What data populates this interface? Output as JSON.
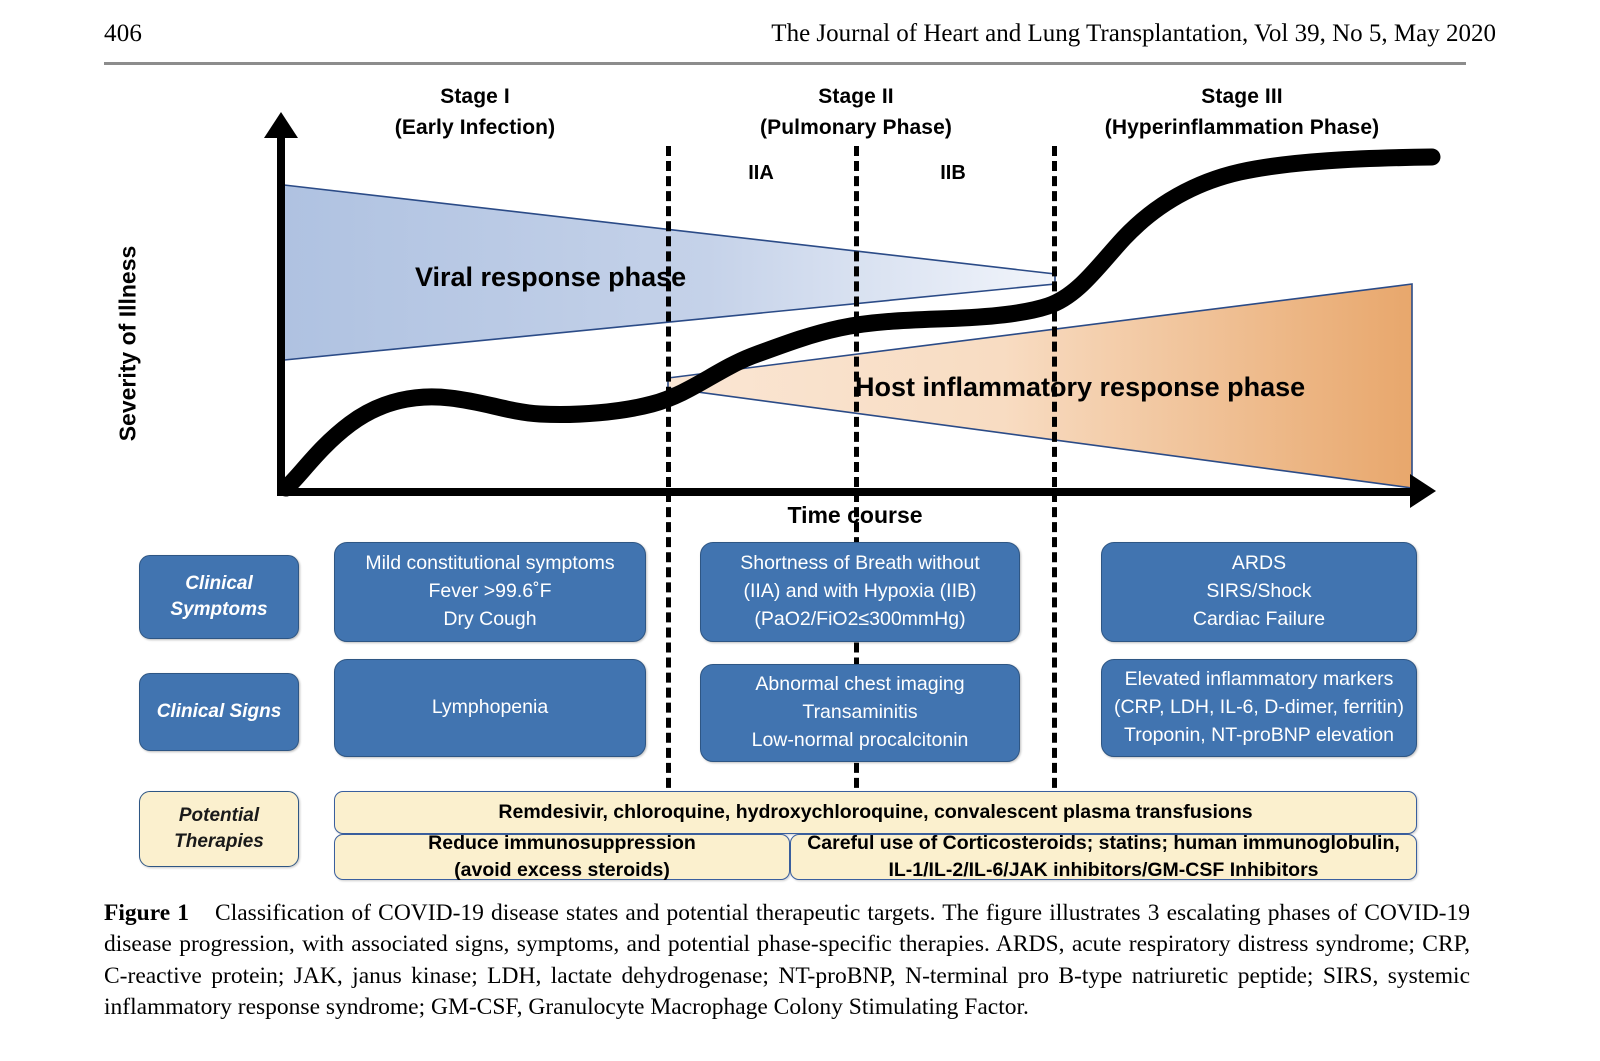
{
  "header": {
    "page_number": "406",
    "journal_reference": "The Journal of Heart and Lung Transplantation, Vol 39, No 5, May 2020"
  },
  "figure": {
    "axes": {
      "y_label": "Severity of Illness",
      "x_label": "Time course"
    },
    "stages": [
      {
        "id": "stage1",
        "title": "Stage I",
        "subtitle": "(Early Infection)"
      },
      {
        "id": "stage2",
        "title": "Stage II",
        "subtitle": "(Pulmonary Phase)"
      },
      {
        "id": "stage3",
        "title": "Stage III",
        "subtitle": "(Hyperinflammation Phase)"
      }
    ],
    "sub_stages": [
      {
        "id": "iia",
        "label": "IIA"
      },
      {
        "id": "iib",
        "label": "IIB"
      }
    ],
    "phase_wedges": [
      {
        "id": "viral",
        "label": "Viral response phase",
        "color": "#AEC1E0"
      },
      {
        "id": "host",
        "label": "Host inflammatory response phase",
        "color": "#F5C9A0"
      }
    ],
    "rows": [
      {
        "id": "clinical-symptoms",
        "label": "Clinical\nSymptoms",
        "label_line1": "Clinical",
        "label_line2": "Symptoms",
        "cells": [
          {
            "stage": "I",
            "lines": [
              "Mild constitutional symptoms",
              "Fever >99.6˚F",
              "Dry Cough"
            ]
          },
          {
            "stage": "II",
            "lines": [
              "Shortness of Breath without",
              "(IIA) and with Hypoxia (IIB)",
              "(PaO2/FiO2≤300mmHg)"
            ]
          },
          {
            "stage": "III",
            "lines": [
              "ARDS",
              "SIRS/Shock",
              "Cardiac Failure"
            ]
          }
        ]
      },
      {
        "id": "clinical-signs",
        "label_line1": "Clinical Signs",
        "label_line2": "",
        "cells": [
          {
            "stage": "I",
            "lines": [
              "Lymphopenia"
            ]
          },
          {
            "stage": "II",
            "lines": [
              "Abnormal chest imaging",
              "Transaminitis",
              "Low-normal procalcitonin"
            ]
          },
          {
            "stage": "III",
            "lines": [
              "Elevated inflammatory markers",
              "(CRP, LDH, IL-6, D-dimer, ferritin)",
              "Troponin, NT-proBNP elevation"
            ]
          }
        ]
      },
      {
        "id": "potential-therapies",
        "label_line1": "Potential",
        "label_line2": "Therapies",
        "banner": "Remdesivir, chloroquine, hydroxychloroquine, convalescent plasma transfusions",
        "cells": [
          {
            "stage": "I-II",
            "lines": [
              "Reduce immunosuppression",
              "(avoid excess steroids)"
            ]
          },
          {
            "stage": "II-III",
            "lines": [
              "Careful use of Corticosteroids; statins;  human immunoglobulin,",
              "IL-1/IL-2/IL-6/JAK inhibitors/GM-CSF Inhibitors"
            ]
          }
        ]
      }
    ]
  },
  "caption": {
    "label": "Figure 1",
    "text": "Classification of COVID-19 disease states and potential therapeutic targets. The figure illustrates 3 escalating phases of COVID-19 disease progression, with associated signs, symptoms, and potential phase-specific therapies. ARDS, acute respiratory distress syndrome; CRP, C-reactive protein; JAK, janus kinase; LDH, lactate dehydrogenase; NT-proBNP, N-terminal pro B-type natriuretic peptide; SIRS, systemic inflammatory response syndrome; GM-CSF, Granulocyte Macrophage Colony Stimulating Factor."
  },
  "chart_data": {
    "type": "area",
    "title": "Classification of COVID-19 disease states",
    "xlabel": "Time course",
    "ylabel": "Severity of Illness",
    "grid": false,
    "legend": "inline-labels",
    "xlim": [
      0,
      100
    ],
    "ylim": [
      0,
      100
    ],
    "stage_boundaries_pct": [
      34,
      51,
      68
    ],
    "series": [
      {
        "name": "Severity of illness curve",
        "type": "line",
        "color": "#000000",
        "x": [
          0,
          6,
          13,
          20,
          27,
          34,
          40,
          45,
          51,
          57,
          62,
          68,
          74,
          82,
          90,
          100
        ],
        "y": [
          2,
          14,
          21,
          24,
          24,
          22,
          26,
          34,
          39,
          41,
          42,
          45,
          60,
          79,
          86,
          88
        ]
      },
      {
        "name": "Viral response phase",
        "type": "wedge",
        "color": "#AEC1E0",
        "x_start": 0,
        "x_end": 68,
        "y_top_start": 92,
        "y_bottom_start": 45,
        "y_top_end": 58,
        "y_bottom_end": 56
      },
      {
        "name": "Host inflammatory response phase",
        "type": "wedge",
        "color": "#F5C9A0",
        "x_start": 34,
        "x_end": 100,
        "y_top_start": 34,
        "y_bottom_start": 32,
        "y_top_end": 56,
        "y_bottom_end": 2
      }
    ]
  }
}
